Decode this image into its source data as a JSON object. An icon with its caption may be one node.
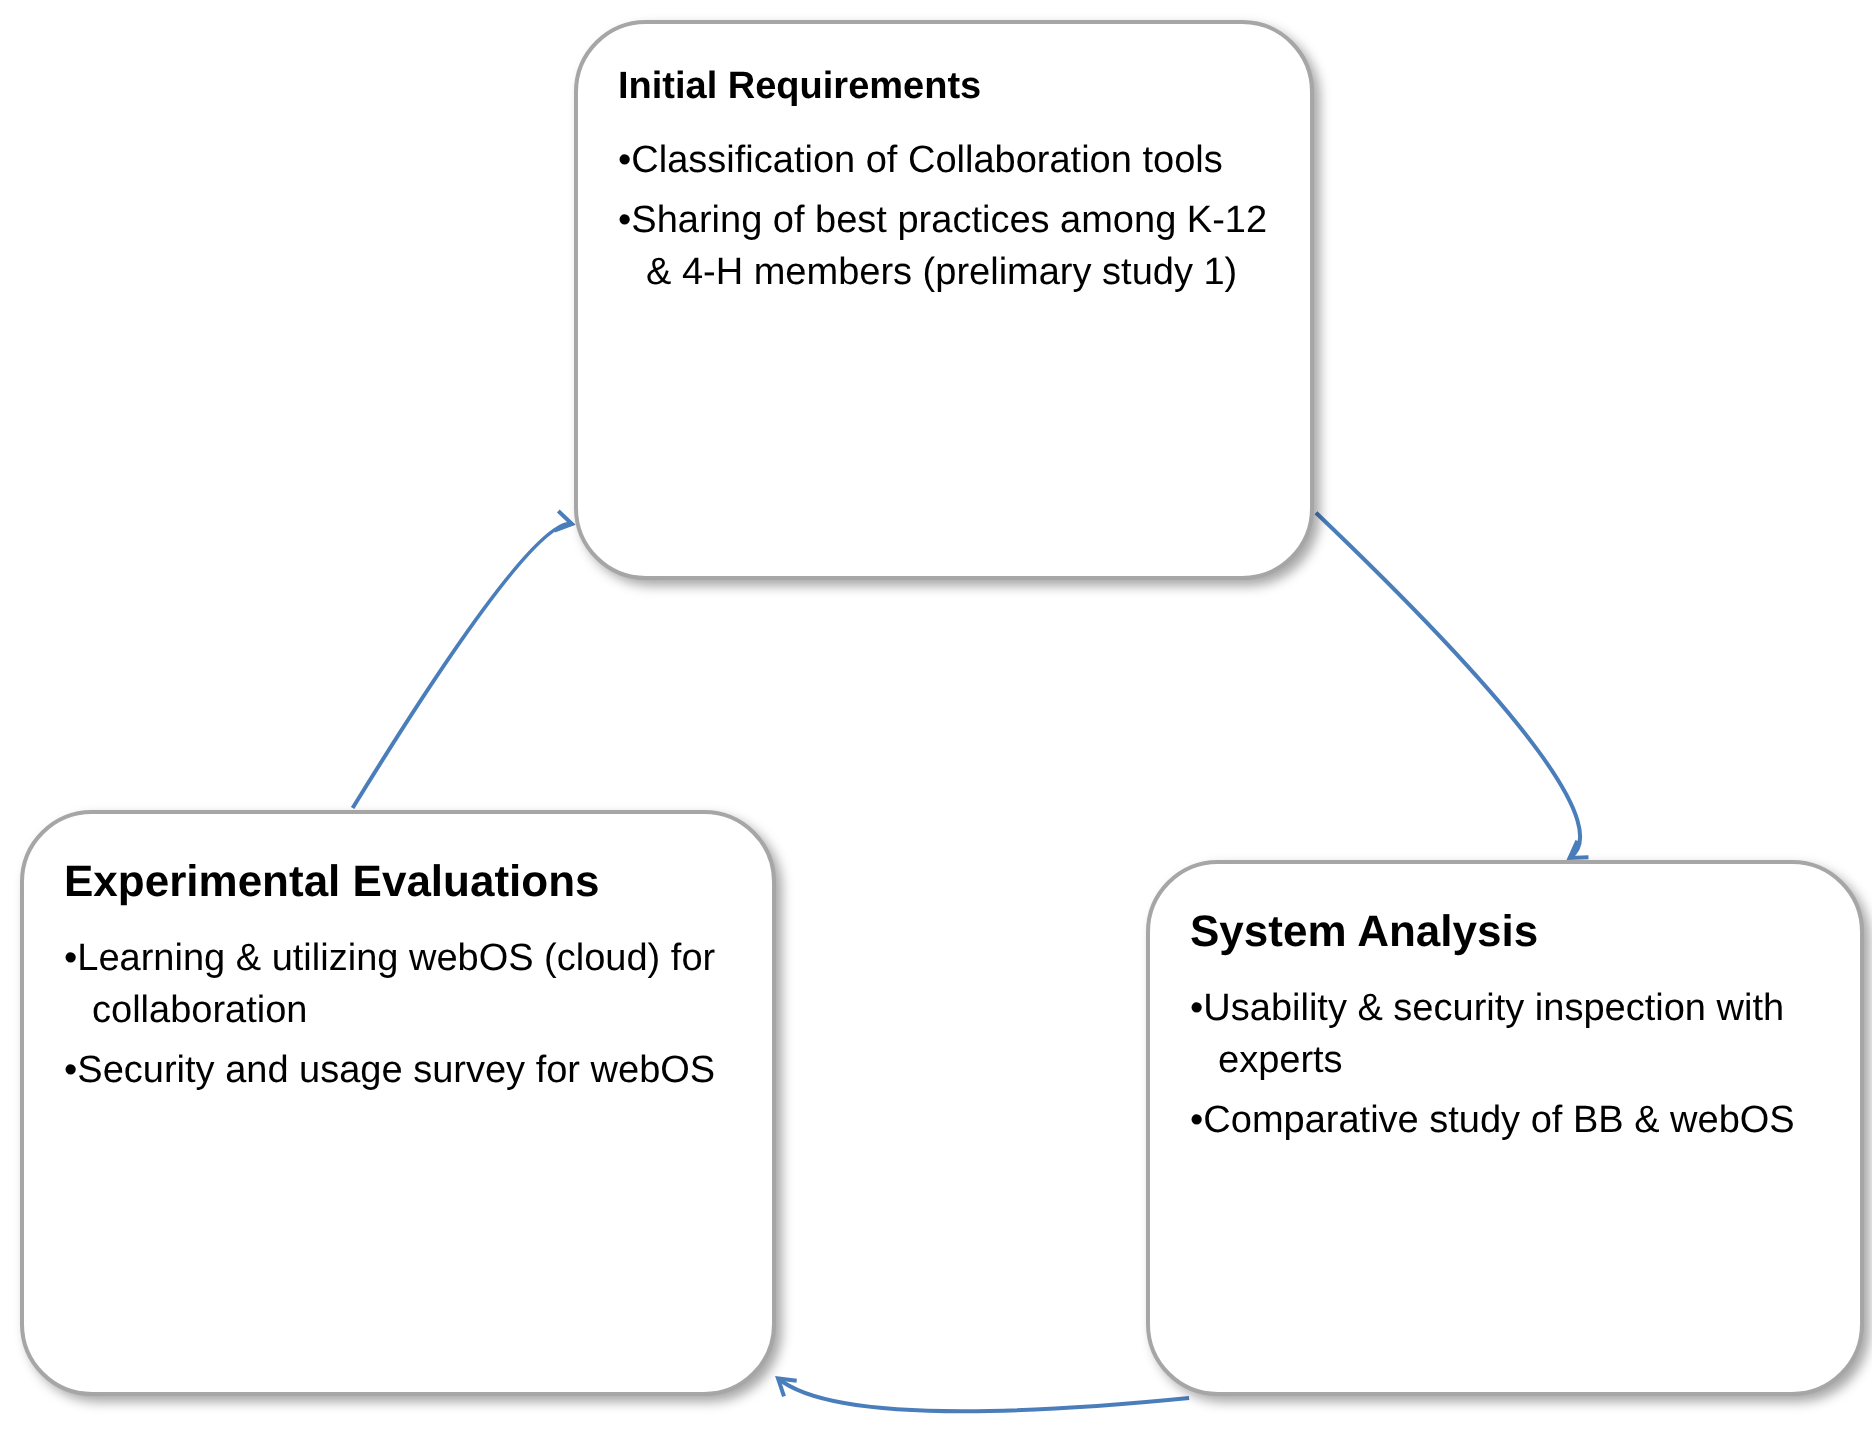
{
  "diagram": {
    "nodes": [
      {
        "text": [
          "Initial Requirements",
          "•Classification of Collaboration tools",
          "•Sharing of best practices among K-12 & 4-H members (prelimary study 1)"
        ]
      },
      {
        "text": [
          "System Analysis",
          "•Usability & security inspection with experts",
          "•Comparative study of BB & webOS"
        ]
      },
      {
        "text": [
          "Experimental Evaluations",
          "•Learning & utilizing webOS (cloud) for collaboration",
          "•Security and usage survey for webOS"
        ]
      }
    ],
    "edges": [
      {
        "from": 0,
        "to": 1,
        "arrow": "to"
      },
      {
        "from": 1,
        "to": 2,
        "arrow": "to"
      },
      {
        "from": 2,
        "to": 0,
        "arrow": "to"
      }
    ]
  }
}
